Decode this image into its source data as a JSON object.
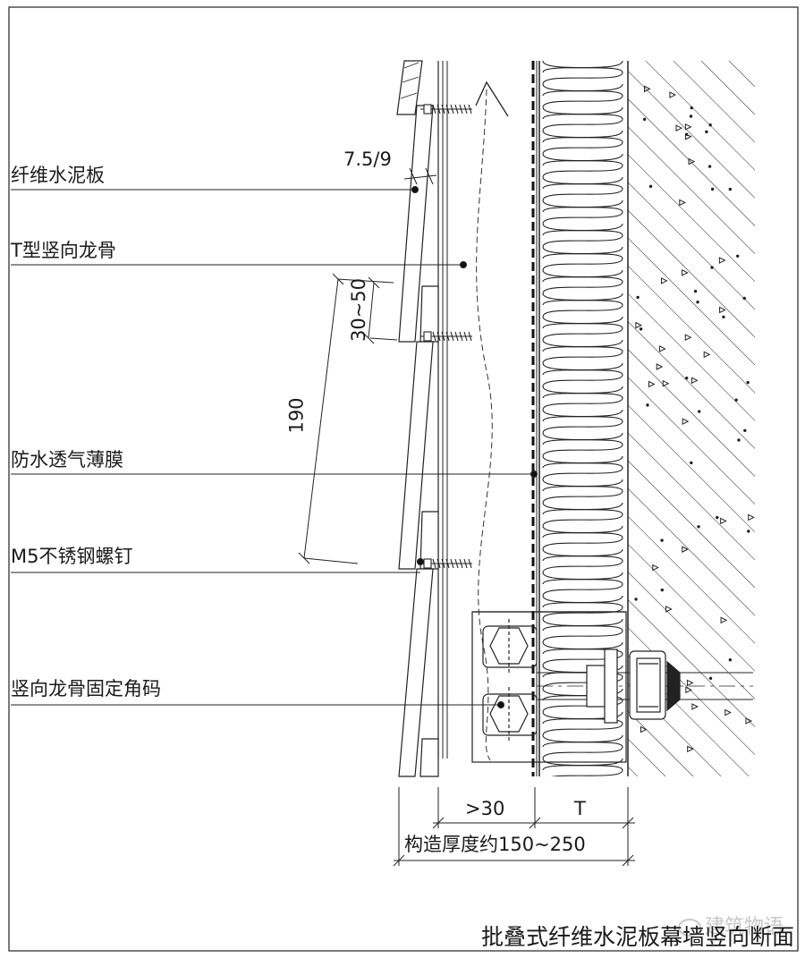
{
  "labels": {
    "panel": "纤维水泥板",
    "t_keel": "T型竖向龙骨",
    "membrane": "防水透气薄膜",
    "screw": "M5不锈钢螺钉",
    "bracket": "竖向龙骨固定角码"
  },
  "dimensions": {
    "panel_thickness": "7.5/9",
    "overlap": "30~50",
    "spacing": "190",
    "cavity": ">30",
    "insulation": "T",
    "total_thickness": "构造厚度约150~250"
  },
  "caption": "批叠式纤维水泥板幕墙竖向断面",
  "watermark": "建筑物语"
}
